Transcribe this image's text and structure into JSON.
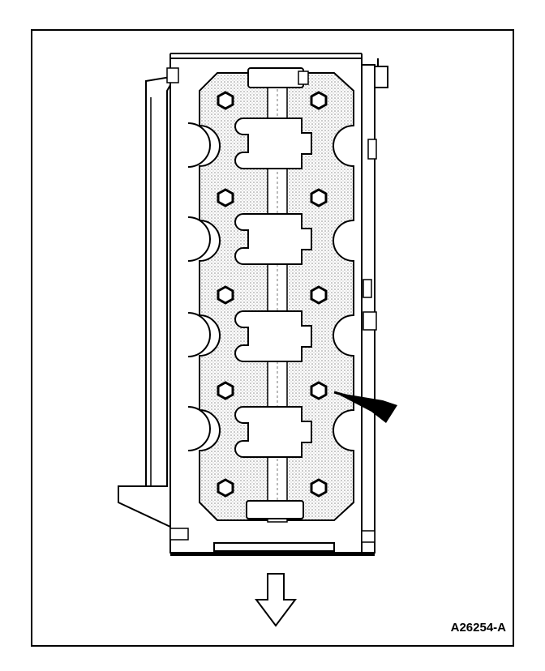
{
  "figure": {
    "caption": "A26254-A",
    "colors": {
      "line": "#000000",
      "hatch": "#9a9a9a",
      "background": "#ffffff"
    },
    "callout": {
      "icon": "arrow-pointer-icon",
      "target": "cylinder-head-bolt"
    },
    "direction": {
      "icon": "down-arrow-icon"
    },
    "bolt_count": 10,
    "cam_cap_count": 4
  }
}
